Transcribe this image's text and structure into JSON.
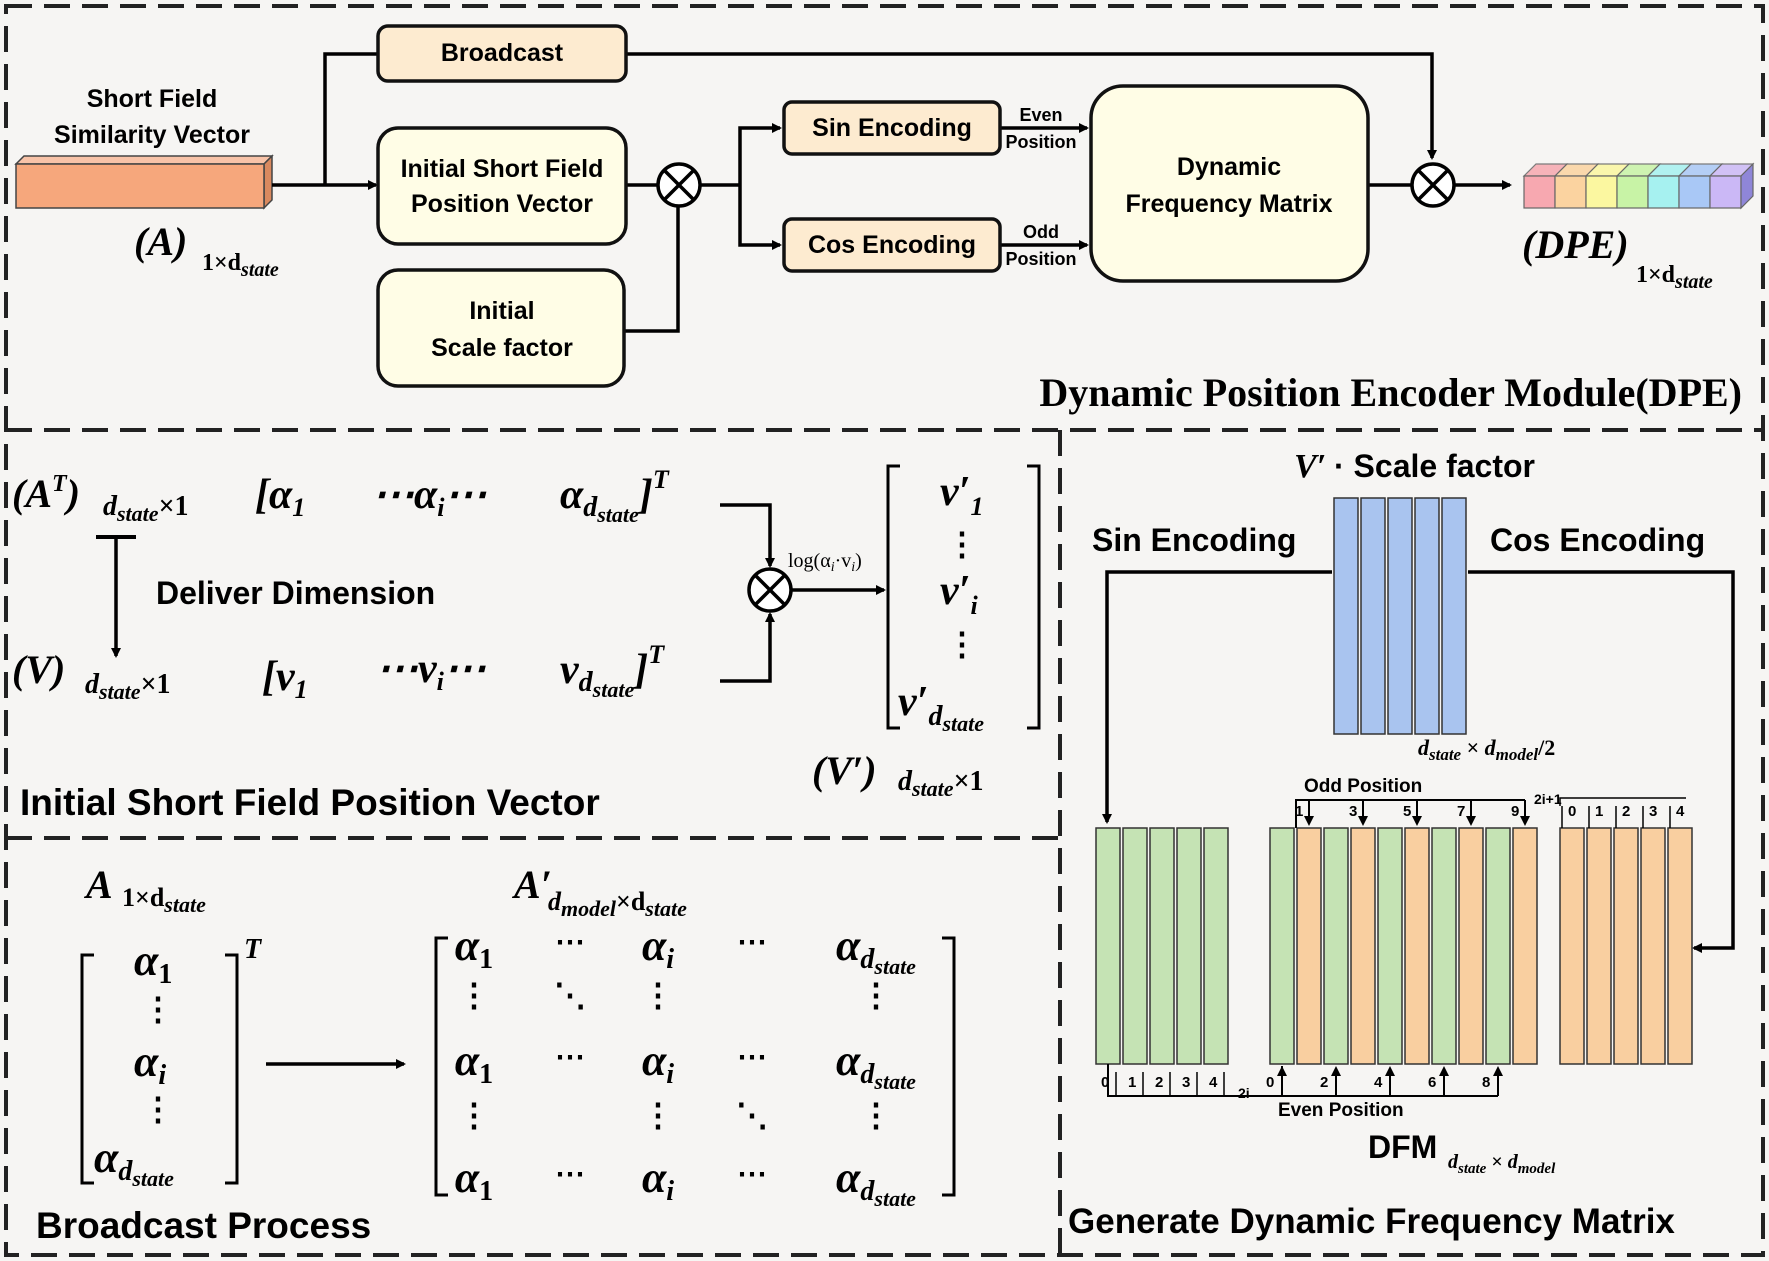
{
  "top": {
    "input_label_line1": "Short Field",
    "input_label_line2": "Similarity Vector",
    "input_var": "A",
    "input_sub": "1×d",
    "input_subsub": "state",
    "broadcast": "Broadcast",
    "init_pos_line1": "Initial Short Field",
    "init_pos_line2": "Position Vector",
    "init_scale_line1": "Initial",
    "init_scale_line2": "Scale factor",
    "sin": "Sin Encoding",
    "cos": "Cos Encoding",
    "even_line1": "Even",
    "even_line2": "Position",
    "odd_line1": "Odd",
    "odd_line2": "Position",
    "dfm_line1": "Dynamic",
    "dfm_line2": "Frequency Matrix",
    "output_var": "DPE",
    "output_sub": "1×d",
    "output_subsub": "state",
    "title": "Dynamic Position Encoder Module(DPE)",
    "output_colors": [
      "#f7a8b0",
      "#fbd3a0",
      "#fbf7a0",
      "#c8f3a6",
      "#a6f1f0",
      "#a9c8f6",
      "#cbb8f6"
    ]
  },
  "middle": {
    "at": "A",
    "at_sup": "T",
    "at_sub": "d",
    "at_subsub": "state",
    "at_sub_tail": "×1",
    "alpha_1": "α",
    "alpha_1_sub": "1",
    "alpha_i": "⋯α",
    "alpha_i_sub": "i",
    "alpha_i_tail": "⋯",
    "alpha_d": "α",
    "alpha_d_sub": "d",
    "alpha_d_subsub": "state",
    "transpose": "T",
    "deliver": "Deliver Dimension",
    "v": "V",
    "v_sub": "d",
    "v_subsub": "state",
    "v_sub_tail": "×1",
    "v_1": "v",
    "v_1_sub": "1",
    "v_i": "⋯v",
    "v_i_sub": "i",
    "v_i_tail": "⋯",
    "v_d": "v",
    "v_d_sub": "d",
    "v_d_subsub": "state",
    "log_label": "log(α",
    "log_label_sub": "i",
    "log_label_mid": "·v",
    "log_label_sub2": "i",
    "log_label_end": ")",
    "vp_1": "v′",
    "vp_1_sub": "1",
    "vp_i": "v′",
    "vp_i_sub": "i",
    "vp_d": "v′",
    "vp_d_sub": "d",
    "vp_d_subsub": "state",
    "vp": "V′",
    "vp_sub": "d",
    "vp_subsub": "state",
    "vp_sub_tail": "×1",
    "title": "Initial Short Field Position Vector"
  },
  "bottom": {
    "a_label": "A",
    "a_sub": "1×d",
    "a_subsub": "state",
    "ap_label": "A′",
    "ap_sub": "d",
    "ap_subsub": "model",
    "ap_sub_tail": "×d",
    "ap_subsub2": "state",
    "alpha": "α",
    "sub_1": "1",
    "sub_i": "i",
    "sub_d": "d",
    "sub_state": "state",
    "transpose": "T",
    "cdots": "⋯",
    "title": "Broadcast Process"
  },
  "right": {
    "header_var": "V′",
    "header_text": " · Scale factor",
    "sin": "Sin Encoding",
    "cos": "Cos Encoding",
    "dim_a": "d",
    "dim_a_sub": "state",
    "dim_times": " × ",
    "dim_b": "d",
    "dim_b_sub": "model",
    "dim_tail": "/2",
    "odd_position": "Odd Position",
    "even_position": "Even Position",
    "two_i_plus_1": "2i+1",
    "two_i": "2i",
    "left_indices": [
      "0",
      "1",
      "2",
      "3",
      "4"
    ],
    "right_indices": [
      "0",
      "1",
      "2",
      "3",
      "4"
    ],
    "odd_indices": [
      "1",
      "3",
      "5",
      "7",
      "9"
    ],
    "even_indices": [
      "0",
      "2",
      "4",
      "6",
      "8"
    ],
    "dfm": "DFM",
    "dfm_sub_a": "d",
    "dfm_sub_a_sub": "state",
    "dfm_sub_times": " × ",
    "dfm_sub_b": "d",
    "dfm_sub_b_sub": "model",
    "title": "Generate Dynamic Frequency Matrix",
    "colors": {
      "blue": "#a9c4ef",
      "green": "#c5e3b4",
      "orange": "#f9cfa0"
    }
  },
  "colors": {
    "box_fill": "#fffde6",
    "enc_fill": "#fdebd0",
    "input_fill": "#f6a77c"
  }
}
